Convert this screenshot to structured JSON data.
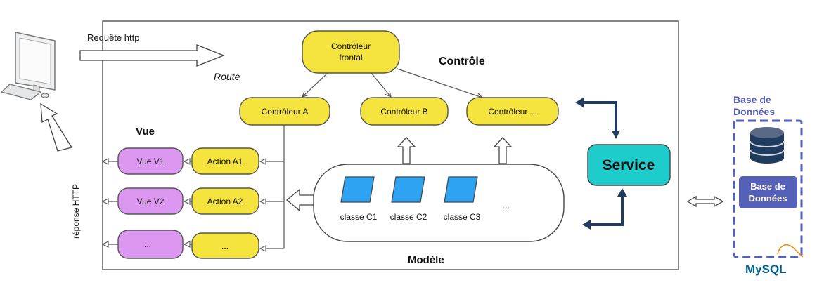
{
  "client": {
    "request_label": "Requête http",
    "route_label": "Route",
    "response_label": "réponse HTTP"
  },
  "controle": {
    "title": "Contrôle",
    "front": [
      "Contrôleur",
      "frontal"
    ],
    "controllers": [
      "Contrôleur A",
      "Contrôleur B",
      "Contrôleur ..."
    ]
  },
  "vue": {
    "title": "Vue",
    "views": [
      "Vue V1",
      "Vue V2",
      "..."
    ],
    "actions": [
      "Action A1",
      "Action A2",
      "..."
    ]
  },
  "modele": {
    "title": "Modèle",
    "classes": [
      "classe C1",
      "classe C2",
      "classe C3"
    ],
    "more": "..."
  },
  "service": {
    "label": "Service"
  },
  "database": {
    "title_line1": "Base de",
    "title_line2": "Données",
    "box_line1": "Base de",
    "box_line2": "Données",
    "logo_text": "MySQL"
  },
  "colors": {
    "controller_fill": "#f5e43d",
    "view_fill": "#dc97f0",
    "class_fill": "#2ea3f2",
    "service_fill": "#1ecdcb",
    "db_accent": "#5560b8",
    "arrow_navy": "#1f3b5e"
  }
}
